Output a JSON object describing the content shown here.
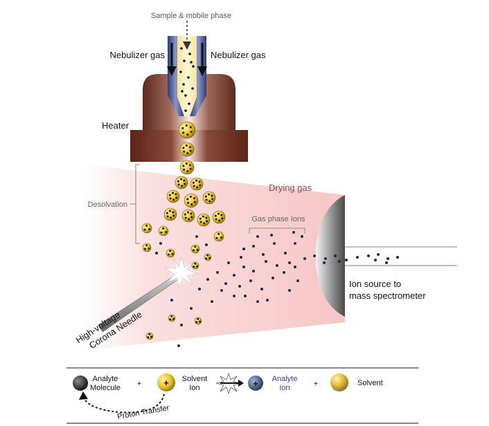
{
  "labels": {
    "sample_inlet": "Sample & mobile phase",
    "nebulizer_left": "Nebulizer gas",
    "nebulizer_right": "Nebulizer gas",
    "heater": "Heater",
    "desolvation": "Desolvation",
    "drying_gas": "Drying gas",
    "gas_phase_ions": "Gas phase Ions",
    "ion_source_line1": "Ion source to",
    "ion_source_line2": "mass spectrometer",
    "needle_line1": "High-voltage",
    "needle_line2": "Corona Needle"
  },
  "legend": {
    "analyte_molecule_line1": "Analyte",
    "analyte_molecule_line2": "Molecule",
    "plus_1": "+",
    "solvent_ion_line1": "Solvent",
    "solvent_ion_line2": "Ion",
    "analyte_ion_line1": "Analyte",
    "analyte_ion_line2": "Ion",
    "plus_2": "+",
    "solvent": "Solvent",
    "proton_transfer": "Proton Transfer",
    "ion_charge": "+"
  },
  "colors": {
    "drying_gas_label": "#a0404a",
    "analyte_ion_label": "#3b3a8c",
    "heater": "#7a3b2e",
    "nebulizer_tube": "#3f4f8f",
    "droplet": "#e6c02a",
    "ion_dot": "#1f2a44"
  }
}
